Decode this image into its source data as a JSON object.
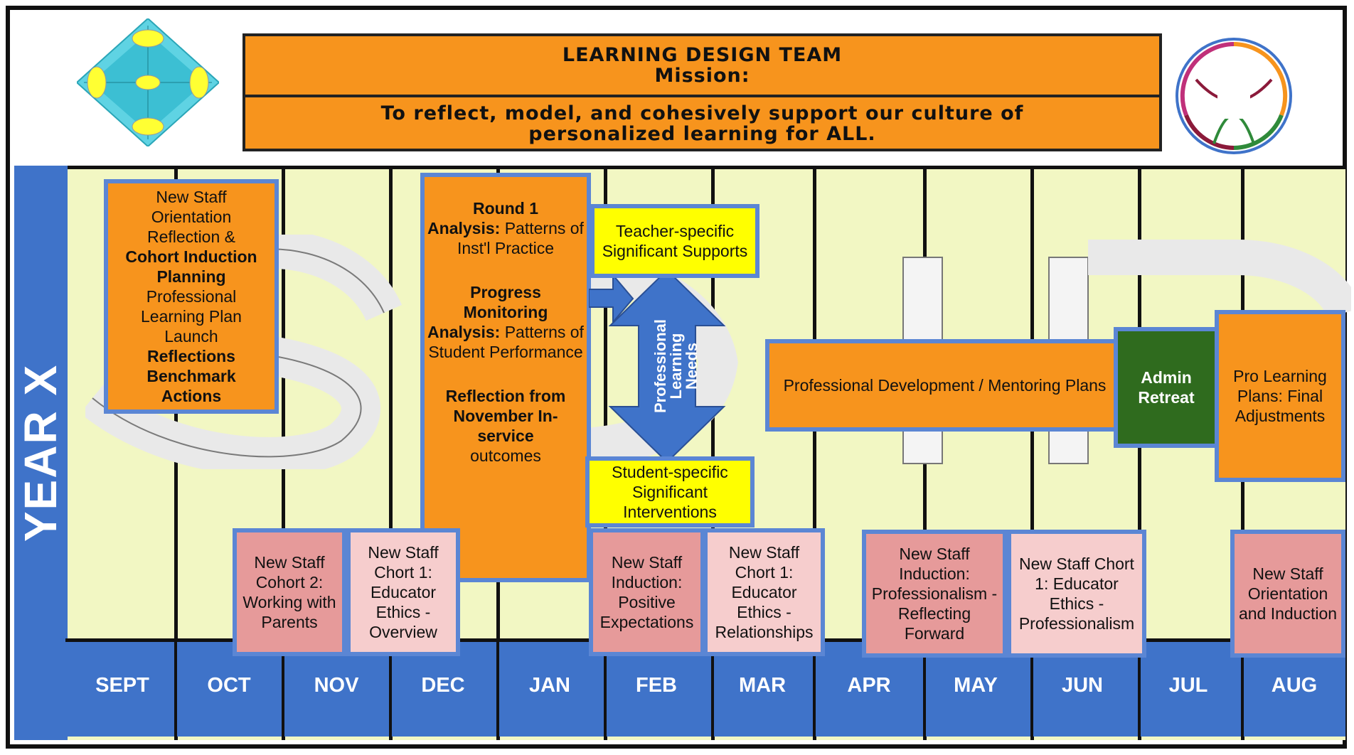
{
  "banner": {
    "title_line1": "LEARNING DESIGN TEAM",
    "title_line2": "Mission:",
    "mission_line1": "To reflect, model, and cohesively support our culture of",
    "mission_line2": "personalized learning for ALL."
  },
  "year_label": "YEAR X",
  "months": [
    "SEPT",
    "OCT",
    "NOV",
    "DEC",
    "JAN",
    "FEB",
    "MAR",
    "APR",
    "MAY",
    "JUN",
    "JUL",
    "AUG"
  ],
  "boxes": {
    "orientation": [
      "New Staff",
      "Orientation",
      "Reflection &",
      "Cohort Induction",
      "Planning",
      "Professional",
      "Learning Plan",
      "Launch",
      "Reflections",
      "Benchmark",
      "Actions"
    ],
    "analysis_round1_a": "Round 1",
    "analysis_round1_b": "Analysis:",
    "analysis_round1_c": "Patterns of Inst'l Practice",
    "progress_a": "Progress Monitoring",
    "progress_b": "Analysis:",
    "progress_c": "Patterns of Student Performance",
    "reflection_a": "Reflection from November In-service",
    "reflection_b": "outcomes",
    "teacher_supports": "Teacher-specific Significant Supports",
    "student_interventions": "Student-specific Significant Interventions",
    "pl_needs": "Professional Learning Needs",
    "pd_plans": "Professional Development / Mentoring Plans",
    "admin_retreat": "Admin Retreat",
    "pro_learning": "Pro Learning Plans: Final Adjustments",
    "cohort2": "New Staff Cohort 2: Working with Parents",
    "chort1_overview": "New Staff Chort 1: Educator Ethics - Overview",
    "induction_positive": "New Staff Induction: Positive Expectations",
    "chort1_relationships": "New Staff Chort 1: Educator Ethics - Relationships",
    "induction_prof": "New Staff Induction: Professionalism - Reflecting Forward",
    "chort1_prof": "New Staff Chort 1: Educator Ethics - Professionalism",
    "orientation_induction": "New Staff Orientation and Induction"
  },
  "colors": {
    "orange": "#f7941d",
    "blue": "#3f73c9",
    "yellow": "#ffff00",
    "pink": "#e69a9a",
    "green": "#2f6b1e",
    "grid": "#f2f7c3"
  }
}
